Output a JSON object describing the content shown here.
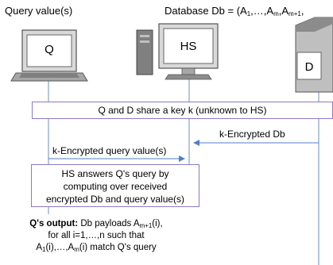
{
  "labels": {
    "query_values": "Query value(s)",
    "database_prefix": "Database Db = (A",
    "database_sub1": "1",
    "database_mid": ",…,A",
    "database_subm": "m",
    "database_comma": ",A",
    "database_subm1": "m+1",
    "database_tail": ","
  },
  "nodes": {
    "q": "Q",
    "hs": "HS",
    "d": "D"
  },
  "shared_key_box": "Q and D share a key k (unknown to HS)",
  "messages": {
    "encrypted_db": "k-Encrypted Db",
    "encrypted_query": "k-Encrypted query value(s)"
  },
  "hs_box": {
    "line1": "HS answers Q's query by",
    "line2": "computing over received",
    "line3": "encrypted Db and query value(s)"
  },
  "output": {
    "label": "Q's output:",
    "line1_prefix": " Db payloads A",
    "line1_sub": "m+1",
    "line1_suffix": "(i),",
    "line2": "for all i=1,…,n such that",
    "line3_a": "A",
    "line3_sub1": "1",
    "line3_b": "(i),…,A",
    "line3_subm": "m",
    "line3_c": "(i) match Q's query"
  },
  "colors": {
    "lifeline": "#6c8ebf",
    "box_border": "#8e78c4",
    "arrow": "#4f7fc6"
  }
}
